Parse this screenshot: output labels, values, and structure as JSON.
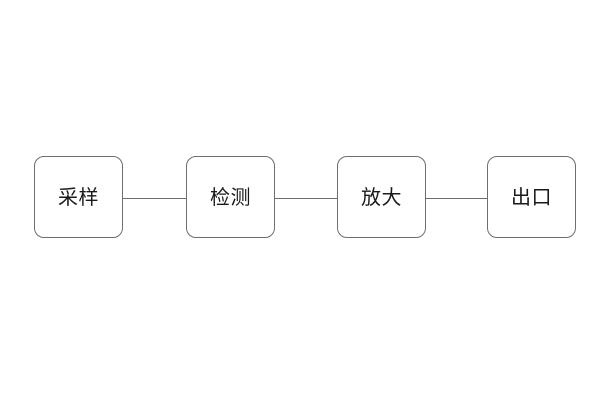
{
  "diagram": {
    "type": "flow-chain",
    "orientation": "horizontal",
    "background_color": "#ffffff",
    "node_border_color": "#6e6e6e",
    "node_fill_color": "#ffffff",
    "connector_color": "#6e6e6e",
    "label_color": "#1a1a1a",
    "nodes": [
      {
        "id": "sampling",
        "label": "采样"
      },
      {
        "id": "detection",
        "label": "检测"
      },
      {
        "id": "amplification",
        "label": "放大"
      },
      {
        "id": "exit",
        "label": "出口"
      }
    ],
    "connectors": [
      {
        "id": "link-1",
        "from": "sampling",
        "to": "detection"
      },
      {
        "id": "link-2",
        "from": "detection",
        "to": "amplification"
      },
      {
        "id": "link-3",
        "from": "amplification",
        "to": "exit"
      }
    ]
  }
}
